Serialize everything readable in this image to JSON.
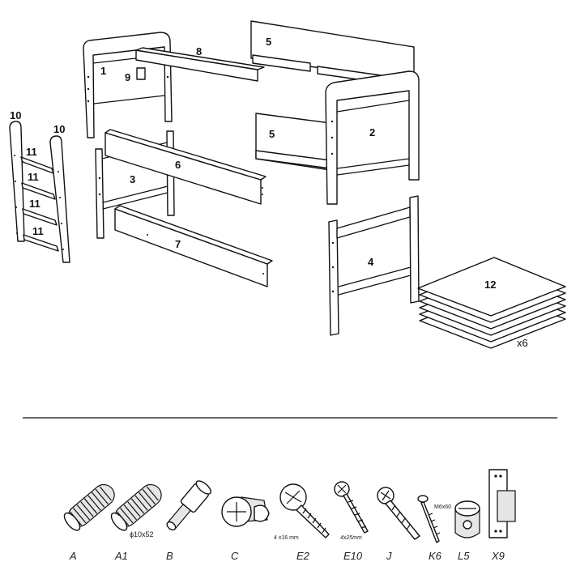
{
  "parts": {
    "p1": "1",
    "p2": "2",
    "p3": "3",
    "p4": "4",
    "p5a": "5",
    "p5b": "5",
    "p6": "6",
    "p7": "7",
    "p8": "8",
    "p9": "9",
    "p10a": "10",
    "p10b": "10",
    "p11a": "11",
    "p11b": "11",
    "p11c": "11",
    "p11d": "11",
    "p12": "12",
    "qty12": "x6"
  },
  "hardware": [
    {
      "id": "A",
      "label": "A",
      "spec": ""
    },
    {
      "id": "A1",
      "label": "A1",
      "spec": "ϕ10x52"
    },
    {
      "id": "B",
      "label": "B",
      "spec": ""
    },
    {
      "id": "C",
      "label": "C",
      "spec": ""
    },
    {
      "id": "E2",
      "label": "E2",
      "spec": "4 x16 mm"
    },
    {
      "id": "E10",
      "label": "E10",
      "spec": "4x25mm"
    },
    {
      "id": "J",
      "label": "J",
      "spec": ""
    },
    {
      "id": "K6",
      "label": "K6",
      "spec": "M6x60"
    },
    {
      "id": "L5",
      "label": "L5",
      "spec": ""
    },
    {
      "id": "X9",
      "label": "X9",
      "spec": ""
    }
  ]
}
